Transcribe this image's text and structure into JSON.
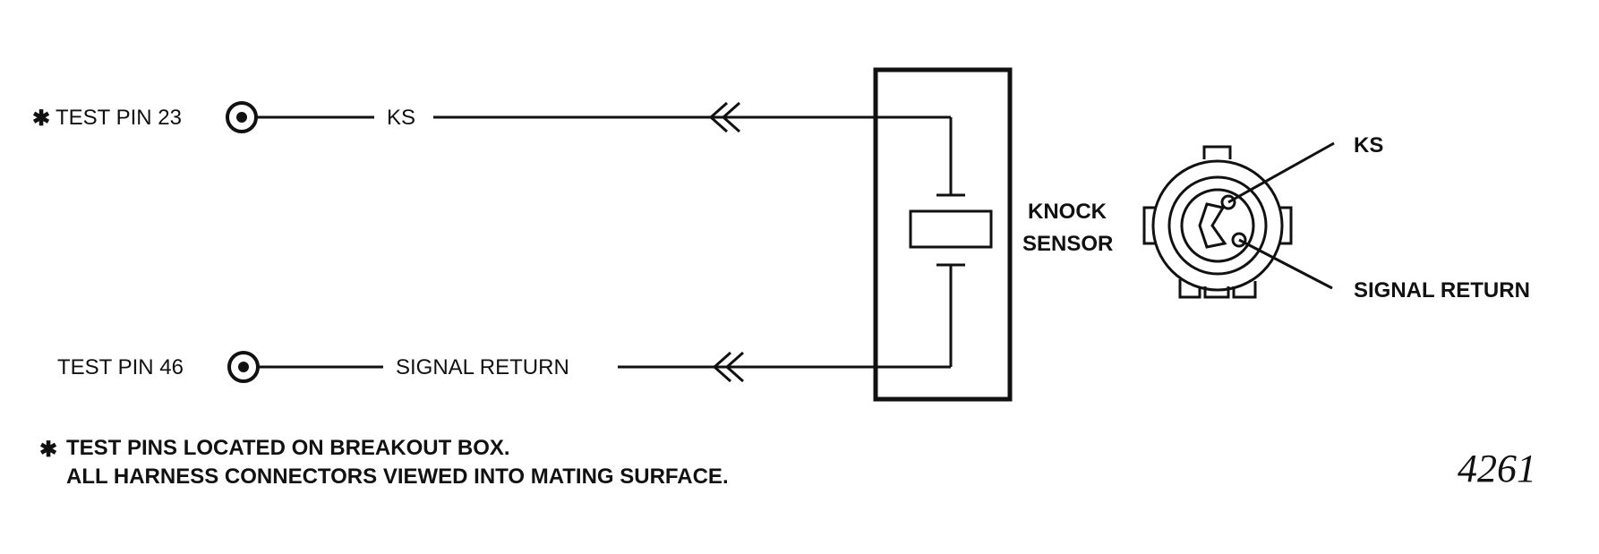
{
  "pins": {
    "pin23": {
      "marker": "✱",
      "label": "TEST PIN 23"
    },
    "pin46": {
      "label": "TEST PIN 46"
    }
  },
  "wires": {
    "ks": "KS",
    "signal_return": "SIGNAL RETURN"
  },
  "sensor": {
    "name_line1": "KNOCK",
    "name_line2": "SENSOR",
    "callout_ks": "KS",
    "callout_return": "SIGNAL RETURN"
  },
  "notes": {
    "marker": "✱",
    "line1": "TEST PINS LOCATED ON BREAKOUT BOX.",
    "line2": "ALL HARNESS CONNECTORS VIEWED INTO MATING SURFACE."
  },
  "figure_number": "4261"
}
